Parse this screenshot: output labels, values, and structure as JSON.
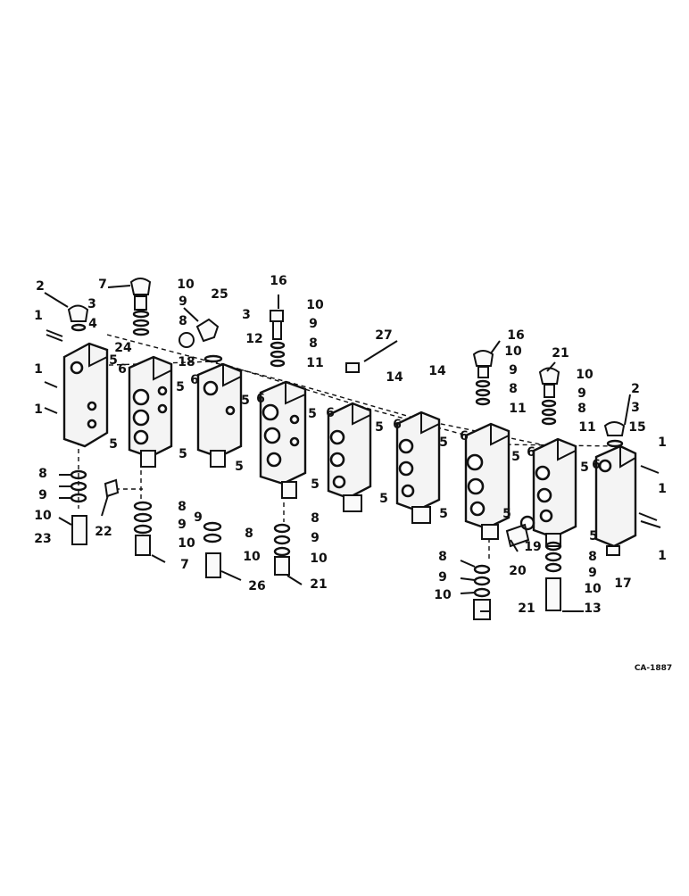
{
  "diagram": {
    "drawing_code": "CA-1887",
    "callouts": [
      {
        "id": "c-2a",
        "text": "2"
      },
      {
        "id": "c-3a",
        "text": "3"
      },
      {
        "id": "c-4a",
        "text": "4"
      },
      {
        "id": "c-1a",
        "text": "1"
      },
      {
        "id": "c-1b",
        "text": "1"
      },
      {
        "id": "c-1c",
        "text": "1"
      },
      {
        "id": "c-7a",
        "text": "7"
      },
      {
        "id": "c-10a",
        "text": "10"
      },
      {
        "id": "c-9a",
        "text": "9"
      },
      {
        "id": "c-8a",
        "text": "8"
      },
      {
        "id": "c-24",
        "text": "24"
      },
      {
        "id": "c-25",
        "text": "25"
      },
      {
        "id": "c-18",
        "text": "18"
      },
      {
        "id": "c-3b",
        "text": "3"
      },
      {
        "id": "c-12",
        "text": "12"
      },
      {
        "id": "c-16a",
        "text": "16"
      },
      {
        "id": "c-10b",
        "text": "10"
      },
      {
        "id": "c-9b",
        "text": "9"
      },
      {
        "id": "c-8b",
        "text": "8"
      },
      {
        "id": "c-11a",
        "text": "11"
      },
      {
        "id": "c-27",
        "text": "27"
      },
      {
        "id": "c-14a",
        "text": "14"
      },
      {
        "id": "c-14b",
        "text": "14"
      },
      {
        "id": "c-16b",
        "text": "16"
      },
      {
        "id": "c-10c",
        "text": "10"
      },
      {
        "id": "c-9c",
        "text": "9"
      },
      {
        "id": "c-8c",
        "text": "8"
      },
      {
        "id": "c-11b",
        "text": "11"
      },
      {
        "id": "c-21a",
        "text": "21"
      },
      {
        "id": "c-10d",
        "text": "10"
      },
      {
        "id": "c-9d",
        "text": "9"
      },
      {
        "id": "c-8d",
        "text": "8"
      },
      {
        "id": "c-11c",
        "text": "11"
      },
      {
        "id": "c-2b",
        "text": "2"
      },
      {
        "id": "c-3c",
        "text": "3"
      },
      {
        "id": "c-15",
        "text": "15"
      },
      {
        "id": "c-1d",
        "text": "1"
      },
      {
        "id": "c-1e",
        "text": "1"
      },
      {
        "id": "c-1f",
        "text": "1"
      },
      {
        "id": "c-17",
        "text": "17"
      },
      {
        "id": "c-5a",
        "text": "5"
      },
      {
        "id": "c-6a",
        "text": "6"
      },
      {
        "id": "c-5b",
        "text": "5"
      },
      {
        "id": "c-5c",
        "text": "5"
      },
      {
        "id": "c-6b",
        "text": "6"
      },
      {
        "id": "c-5d",
        "text": "5"
      },
      {
        "id": "c-5e",
        "text": "5"
      },
      {
        "id": "c-6c",
        "text": "6"
      },
      {
        "id": "c-5f",
        "text": "5"
      },
      {
        "id": "c-5g",
        "text": "5"
      },
      {
        "id": "c-6d",
        "text": "6"
      },
      {
        "id": "c-5h",
        "text": "5"
      },
      {
        "id": "c-5i",
        "text": "5"
      },
      {
        "id": "c-6e",
        "text": "6"
      },
      {
        "id": "c-5j",
        "text": "5"
      },
      {
        "id": "c-5k",
        "text": "5"
      },
      {
        "id": "c-6f",
        "text": "6"
      },
      {
        "id": "c-5l",
        "text": "5"
      },
      {
        "id": "c-5m",
        "text": "5"
      },
      {
        "id": "c-6g",
        "text": "6"
      },
      {
        "id": "c-5n",
        "text": "5"
      },
      {
        "id": "c-5o",
        "text": "5"
      },
      {
        "id": "c-6h",
        "text": "6"
      },
      {
        "id": "c-5p",
        "text": "5"
      },
      {
        "id": "c-8e",
        "text": "8"
      },
      {
        "id": "c-9e",
        "text": "9"
      },
      {
        "id": "c-10e",
        "text": "10"
      },
      {
        "id": "c-23",
        "text": "23"
      },
      {
        "id": "c-22",
        "text": "22"
      },
      {
        "id": "c-8f",
        "text": "8"
      },
      {
        "id": "c-9f",
        "text": "9"
      },
      {
        "id": "c-10f",
        "text": "10"
      },
      {
        "id": "c-7b",
        "text": "7"
      },
      {
        "id": "c-9g",
        "text": "9"
      },
      {
        "id": "c-8g",
        "text": "8"
      },
      {
        "id": "c-10g",
        "text": "10"
      },
      {
        "id": "c-26",
        "text": "26"
      },
      {
        "id": "c-8h",
        "text": "8"
      },
      {
        "id": "c-9h",
        "text": "9"
      },
      {
        "id": "c-10h",
        "text": "10"
      },
      {
        "id": "c-21b",
        "text": "21"
      },
      {
        "id": "c-19",
        "text": "19"
      },
      {
        "id": "c-20",
        "text": "20"
      },
      {
        "id": "c-8i",
        "text": "8"
      },
      {
        "id": "c-9i",
        "text": "9"
      },
      {
        "id": "c-10i",
        "text": "10"
      },
      {
        "id": "c-21c",
        "text": "21"
      },
      {
        "id": "c-8j",
        "text": "8"
      },
      {
        "id": "c-9j",
        "text": "9"
      },
      {
        "id": "c-10j",
        "text": "10"
      },
      {
        "id": "c-13",
        "text": "13"
      }
    ]
  }
}
